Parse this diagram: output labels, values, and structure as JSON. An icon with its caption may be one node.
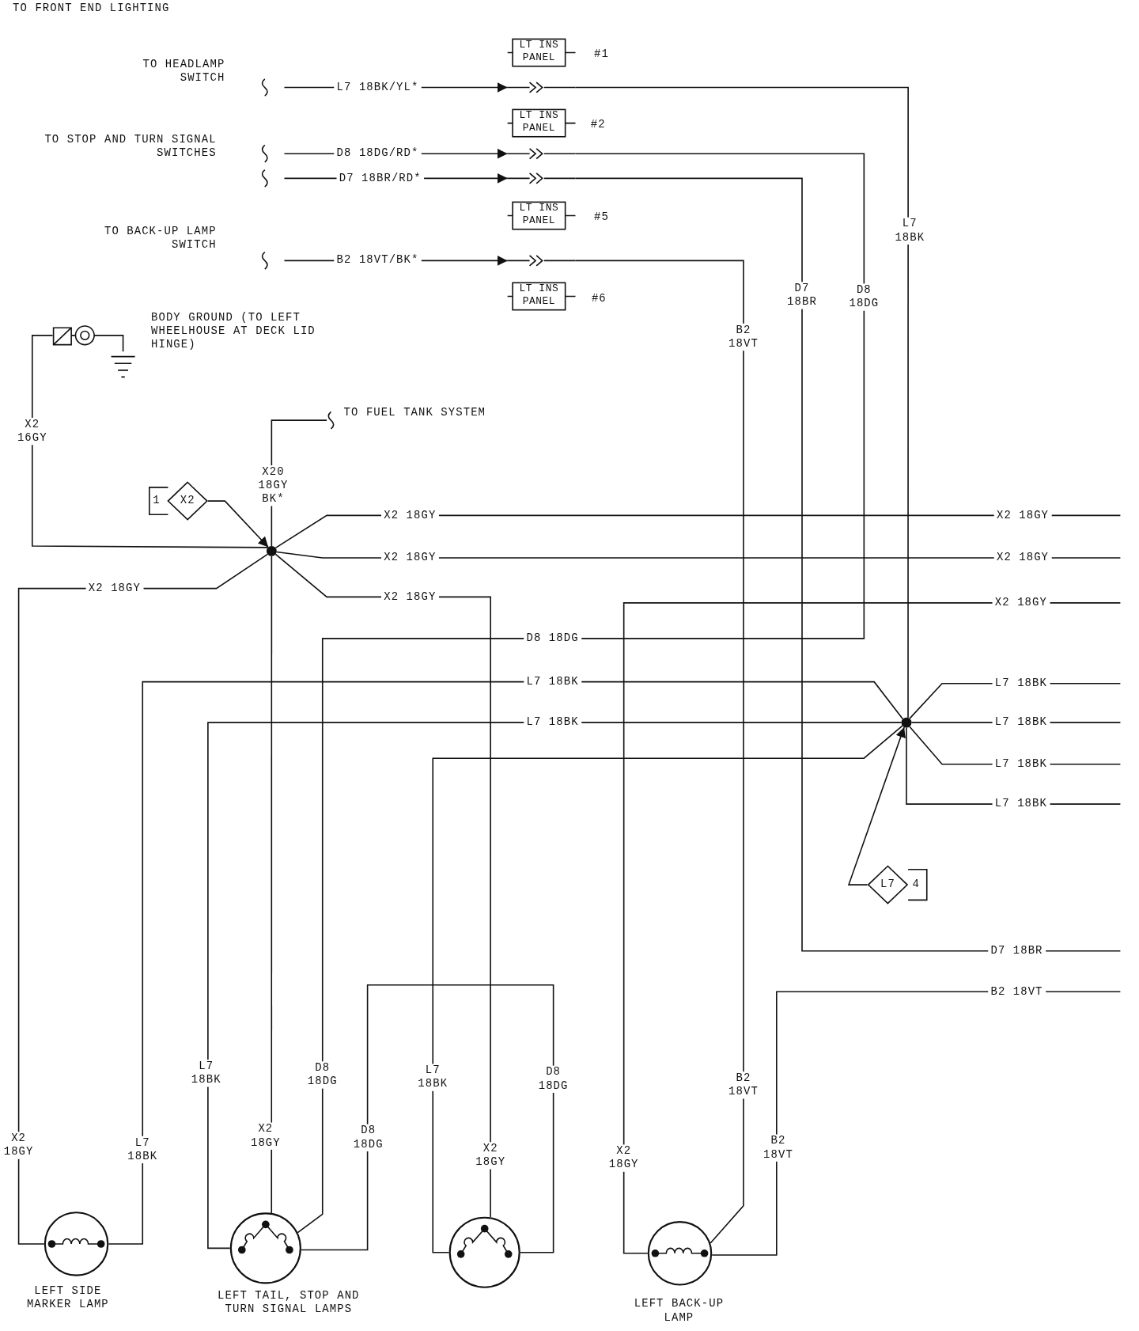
{
  "diagram": {
    "nodes": [
      {
        "text": [
          "LT INS PANEL"
        ],
        "beside": [
          "#1"
        ]
      },
      {
        "text": [
          "LT INS PANEL"
        ],
        "beside": [
          "#2"
        ]
      },
      {
        "text": [
          "LT INS PANEL"
        ],
        "beside": [
          "#5"
        ]
      },
      {
        "text": [
          "LT INS PANEL"
        ],
        "beside": [
          "#6"
        ]
      },
      {
        "text": [],
        "shape": "circle",
        "beside": [
          "BODY GROUND (TO LEFT WHEELHOUSE AT DECK LID HINGE)"
        ]
      },
      {
        "text": [
          "X2"
        ],
        "beside": [
          "1"
        ]
      },
      {
        "text": [],
        "shape": "circle"
      },
      {
        "text": [],
        "shape": "circle"
      },
      {
        "text": [
          "L7"
        ],
        "beside": [
          "4"
        ]
      },
      {
        "text": [],
        "shape": "circle",
        "beside": [
          "LEFT SIDE MARKER LAMP"
        ]
      },
      {
        "text": [],
        "shape": "circle"
      },
      {
        "text": [],
        "shape": "circle"
      },
      {
        "text": [],
        "shape": "circle",
        "beside": [
          "LEFT BACK-UP LAMP"
        ]
      }
    ],
    "edges": [
      {
        "from": null,
        "to": 0,
        "arrow": "to",
        "label": "L7 18BK/YL*"
      },
      {
        "from": null,
        "to": 1,
        "arrow": "to",
        "label": "D8 18DG/RD*"
      },
      {
        "from": null,
        "to": 1,
        "arrow": "to",
        "label": "D7 18BR/RD*"
      },
      {
        "from": null,
        "to": 2,
        "arrow": "to",
        "label": "B2 18VT/BK*"
      },
      {
        "from": 0,
        "to": 7,
        "arrow": "none",
        "label": "L7 18BK"
      },
      {
        "from": 1,
        "to": 10,
        "arrow": "none",
        "label": "D8 18DG"
      },
      {
        "from": 10,
        "to": 11,
        "arrow": "none",
        "label": "D8 18DG"
      },
      {
        "from": 1,
        "to": null,
        "arrow": "none",
        "label": "D7 18BR"
      },
      {
        "from": 2,
        "to": 12,
        "arrow": "none",
        "label": "B2 18VT"
      },
      {
        "from": 12,
        "to": null,
        "arrow": "none",
        "label": "B2 18VT"
      },
      {
        "from": 4,
        "to": 6,
        "arrow": "none",
        "label": "X2 16GY"
      },
      {
        "from": 5,
        "to": 6,
        "arrow": "to"
      },
      {
        "from": 6,
        "to": null,
        "arrow": "none",
        "label": "X20 18GY BK*"
      },
      {
        "from": 6,
        "to": 9,
        "arrow": "none",
        "label": "X2 18GY"
      },
      {
        "from": 6,
        "to": 10,
        "arrow": "none",
        "label": "X2 18GY"
      },
      {
        "from": 6,
        "to": null,
        "arrow": "none",
        "label": "X2 18GY"
      },
      {
        "from": 6,
        "to": null,
        "arrow": "none",
        "label": "X2 18GY"
      },
      {
        "from": 6,
        "to": 11,
        "arrow": "none",
        "label": "X2 18GY"
      },
      {
        "from": null,
        "to": 12,
        "arrow": "none",
        "label": "X2 18GY"
      },
      {
        "from": 7,
        "to": 9,
        "arrow": "none",
        "label": "L7 18BK"
      },
      {
        "from": 7,
        "to": 10,
        "arrow": "none",
        "label": "L7 18BK"
      },
      {
        "from": 7,
        "to": 11,
        "arrow": "none"
      },
      {
        "from": 7,
        "to": null,
        "arrow": "none",
        "label": "L7 18BK"
      },
      {
        "from": 7,
        "to": null,
        "arrow": "none",
        "label": "L7 18BK"
      },
      {
        "from": 7,
        "to": null,
        "arrow": "none",
        "label": "L7 18BK"
      },
      {
        "from": 7,
        "to": null,
        "arrow": "none",
        "label": "L7 18BK"
      },
      {
        "from": 8,
        "to": 7,
        "arrow": "to"
      }
    ],
    "labels": [
      "TO FRONT END LIGHTING",
      "TO HEADLAMP SWITCH",
      "TO STOP AND TURN SIGNAL SWITCHES",
      "TO BACK-UP LAMP SWITCH",
      "TO FUEL TANK SYSTEM",
      "X2 18GY",
      "X2 18GY",
      "D8 18DG",
      "D7 18BR",
      "B2 18VT",
      "L7 18BK",
      "D8 18DG",
      "L7 18BK",
      "D8 18DG",
      "B2 18VT",
      "X2 18GY",
      "L7 18BK",
      "X2 18GY",
      "X2 18GY",
      "LEFT TAIL, STOP AND TURN SIGNAL LAMPS"
    ]
  }
}
